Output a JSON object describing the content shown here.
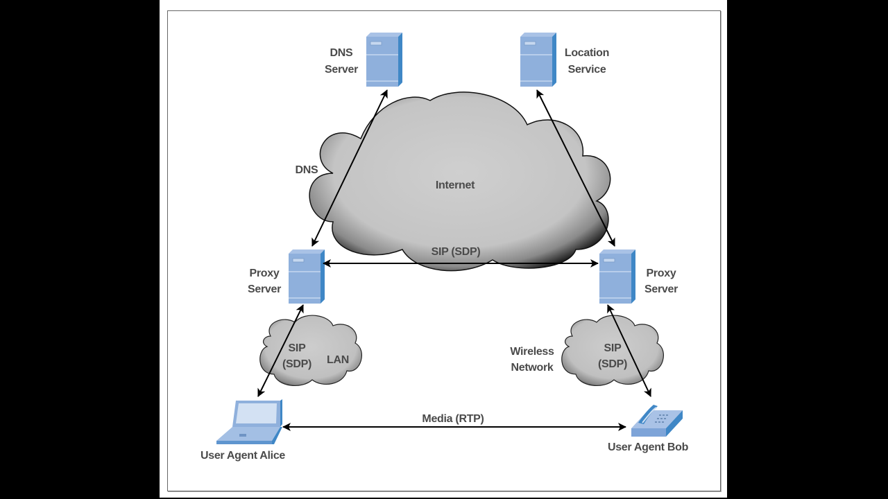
{
  "diagram": {
    "title": "SIP network architecture",
    "colors": {
      "background": "#000000",
      "page": "#ffffff",
      "frame": "#666666",
      "device_fill": "#8fb0dc",
      "device_side": "#3f87c6",
      "cloud_fill": "#c8c8c8",
      "arrow": "#000000",
      "label": "#4a4a4a"
    },
    "nodes": {
      "dns_server": {
        "label_line1": "DNS",
        "label_line2": "Server",
        "icon": "server-icon"
      },
      "location_service": {
        "label_line1": "Location",
        "label_line2": "Service",
        "icon": "server-icon"
      },
      "proxy_left": {
        "label_line1": "Proxy",
        "label_line2": "Server",
        "icon": "server-icon"
      },
      "proxy_right": {
        "label_line1": "Proxy",
        "label_line2": "Server",
        "icon": "server-icon"
      },
      "alice": {
        "label": "User Agent Alice",
        "icon": "laptop-icon"
      },
      "bob": {
        "label": "User Agent Bob",
        "icon": "phone-icon"
      }
    },
    "clouds": {
      "internet": {
        "label": "Internet"
      },
      "lan": {
        "label": "LAN",
        "protocol_line1": "SIP",
        "protocol_line2": "(SDP)"
      },
      "wireless": {
        "label_line1": "Wireless",
        "label_line2": "Network",
        "protocol_line1": "SIP",
        "protocol_line2": "(SDP)"
      }
    },
    "links": {
      "dns": {
        "label": "DNS",
        "from": "proxy_left",
        "to": "dns_server"
      },
      "location": {
        "label": "",
        "from": "proxy_right",
        "to": "location_service"
      },
      "proxy_proxy": {
        "label": "SIP (SDP)",
        "from": "proxy_left",
        "to": "proxy_right"
      },
      "alice_proxy": {
        "label": "SIP (SDP)",
        "from": "alice",
        "to": "proxy_left"
      },
      "bob_proxy": {
        "label": "SIP (SDP)",
        "from": "bob",
        "to": "proxy_right"
      },
      "media": {
        "label": "Media (RTP)",
        "from": "alice",
        "to": "bob"
      }
    }
  }
}
